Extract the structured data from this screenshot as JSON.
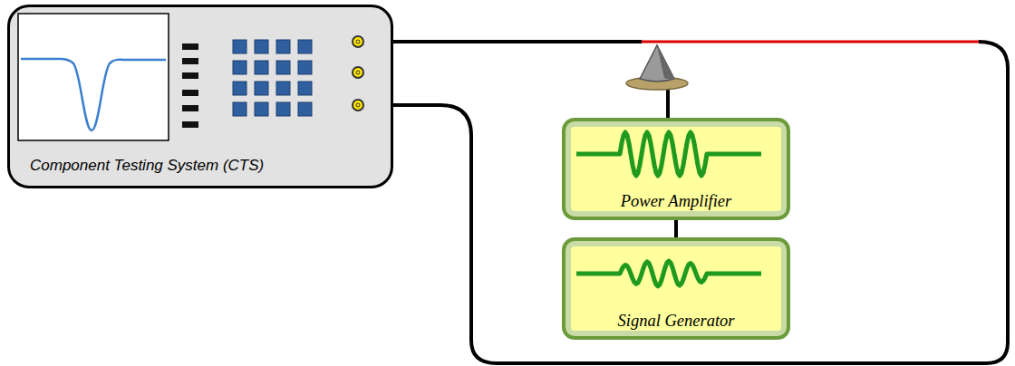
{
  "diagram": {
    "nodes": [
      {
        "text": [
          "Component Testing System (CTS)"
        ]
      },
      {
        "text": [
          "Power Amplifier"
        ]
      },
      {
        "text": [
          "Signal Generator"
        ]
      }
    ],
    "edges": [
      {
        "from": 2,
        "to": 1,
        "arrow": "none"
      }
    ]
  }
}
